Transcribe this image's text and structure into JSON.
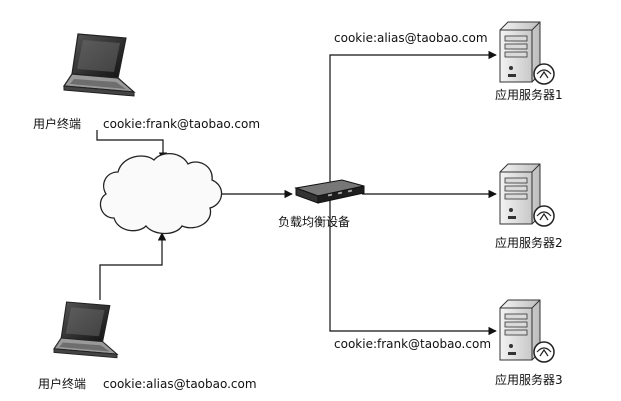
{
  "clients": [
    {
      "label": "用户终端",
      "cookie": "cookie:frank@taobao.com"
    },
    {
      "label": "用户终端",
      "cookie": "cookie:alias@taobao.com"
    }
  ],
  "load_balancer": {
    "label": "负载均衡设备"
  },
  "servers": [
    {
      "label": "应用服务器1",
      "cookie": "cookie:alias@taobao.com"
    },
    {
      "label": "应用服务器2"
    },
    {
      "label": "应用服务器3",
      "cookie": "cookie:frank@taobao.com"
    }
  ],
  "icons": [
    "laptop-icon",
    "cloud-icon",
    "load-balancer-icon",
    "server-icon"
  ]
}
